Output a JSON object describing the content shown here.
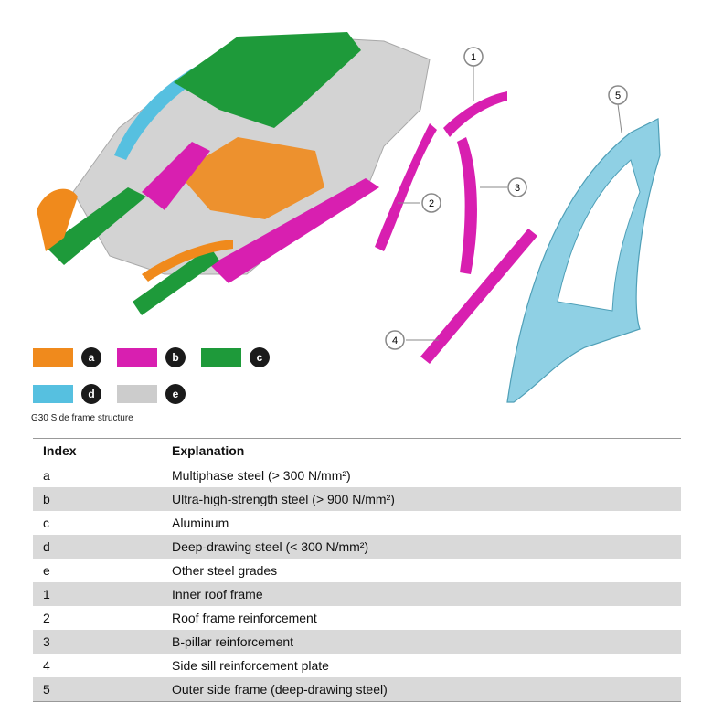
{
  "figure": {
    "caption": "G30 Side frame structure",
    "callouts": [
      "1",
      "2",
      "3",
      "4",
      "5"
    ],
    "legend": [
      {
        "key": "a",
        "color": "#f08a1c"
      },
      {
        "key": "b",
        "color": "#d81fb0"
      },
      {
        "key": "c",
        "color": "#1e9a3a"
      },
      {
        "key": "d",
        "color": "#56c0e0"
      },
      {
        "key": "e",
        "color": "#cccccc"
      }
    ]
  },
  "table": {
    "headers": [
      "Index",
      "Explanation"
    ],
    "rows": [
      [
        "a",
        "Multiphase steel (> 300 N/mm²)"
      ],
      [
        "b",
        "Ultra-high-strength steel (> 900 N/mm²)"
      ],
      [
        "c",
        "Aluminum"
      ],
      [
        "d",
        "Deep-drawing steel (< 300 N/mm²)"
      ],
      [
        "e",
        "Other steel grades"
      ],
      [
        "1",
        "Inner roof frame"
      ],
      [
        "2",
        "Roof frame reinforcement"
      ],
      [
        "3",
        "B-pillar reinforcement"
      ],
      [
        "4",
        "Side sill reinforcement plate"
      ],
      [
        "5",
        "Outer side frame (deep-drawing steel)"
      ]
    ]
  }
}
